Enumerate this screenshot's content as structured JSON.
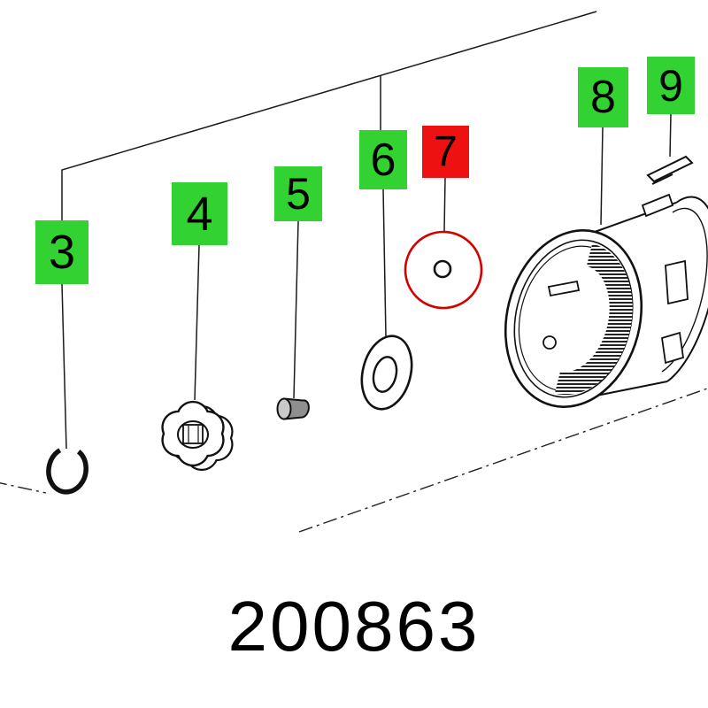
{
  "part_number": "200863",
  "highlight": {
    "label": "7",
    "color": "#d40000"
  },
  "labels": [
    {
      "text": "3",
      "color": "#32d232"
    },
    {
      "text": "4",
      "color": "#32d232"
    },
    {
      "text": "5",
      "color": "#32d232"
    },
    {
      "text": "6",
      "color": "#32d232"
    },
    {
      "text": "7",
      "color": "#ee1111"
    },
    {
      "text": "8",
      "color": "#32d232"
    },
    {
      "text": "9",
      "color": "#32d232"
    }
  ]
}
